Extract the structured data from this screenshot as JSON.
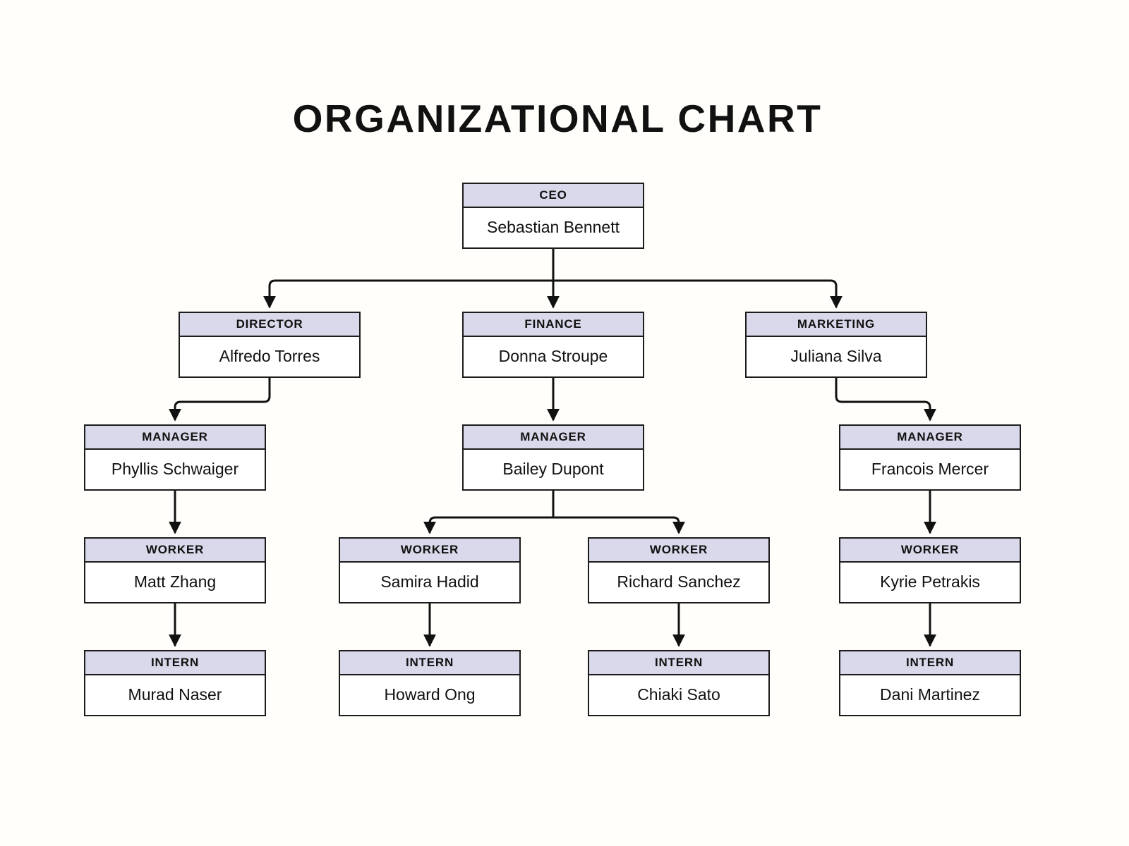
{
  "title": "ORGANIZATIONAL CHART",
  "colors": {
    "background": "#fffefa",
    "box_fill": "#ffffff",
    "header_fill": "#d9d9eb",
    "border": "#1c1c1c",
    "line": "#111111",
    "text": "#111111"
  },
  "nodes": [
    {
      "id": "ceo",
      "role": "CEO",
      "name": "Sebastian Bennett",
      "reports_to": null
    },
    {
      "id": "director",
      "role": "DIRECTOR",
      "name": "Alfredo Torres",
      "reports_to": "ceo"
    },
    {
      "id": "finance",
      "role": "FINANCE",
      "name": "Donna Stroupe",
      "reports_to": "ceo"
    },
    {
      "id": "marketing",
      "role": "MARKETING",
      "name": "Juliana Silva",
      "reports_to": "ceo"
    },
    {
      "id": "manager-1",
      "role": "MANAGER",
      "name": "Phyllis Schwaiger",
      "reports_to": "director"
    },
    {
      "id": "manager-2",
      "role": "MANAGER",
      "name": "Bailey Dupont",
      "reports_to": "finance"
    },
    {
      "id": "manager-3",
      "role": "MANAGER",
      "name": "Francois Mercer",
      "reports_to": "marketing"
    },
    {
      "id": "worker-1",
      "role": "WORKER",
      "name": "Matt Zhang",
      "reports_to": "manager-1"
    },
    {
      "id": "worker-2",
      "role": "WORKER",
      "name": "Samira Hadid",
      "reports_to": "manager-2"
    },
    {
      "id": "worker-3",
      "role": "WORKER",
      "name": "Richard Sanchez",
      "reports_to": "manager-2"
    },
    {
      "id": "worker-4",
      "role": "WORKER",
      "name": "Kyrie Petrakis",
      "reports_to": "manager-3"
    },
    {
      "id": "intern-1",
      "role": "INTERN",
      "name": "Murad Naser",
      "reports_to": "worker-1"
    },
    {
      "id": "intern-2",
      "role": "INTERN",
      "name": "Howard Ong",
      "reports_to": "worker-2"
    },
    {
      "id": "intern-3",
      "role": "INTERN",
      "name": "Chiaki Sato",
      "reports_to": "worker-3"
    },
    {
      "id": "intern-4",
      "role": "INTERN",
      "name": "Dani Martinez",
      "reports_to": "worker-4"
    }
  ]
}
